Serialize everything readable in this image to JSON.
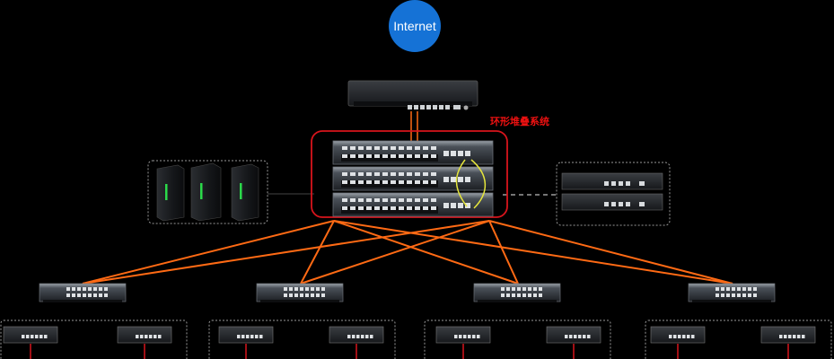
{
  "internet": {
    "label": "Internet"
  },
  "stack": {
    "label": "环形堆叠系统"
  },
  "colors": {
    "link": "#ff6a14",
    "stack_border": "#d8141c",
    "internet": "#1572d6",
    "cable_yellow": "#e6e63c"
  },
  "nodes": {
    "router": "router",
    "servers": [
      "server",
      "server",
      "server"
    ],
    "storage": [
      "storage",
      "storage"
    ],
    "stack_switches": [
      "core-switch",
      "core-switch",
      "core-switch"
    ],
    "aggregation_switches": [
      "aggregation-switch",
      "aggregation-switch",
      "aggregation-switch",
      "aggregation-switch"
    ],
    "access_switches": [
      "access-switch",
      "access-switch",
      "access-switch",
      "access-switch",
      "access-switch",
      "access-switch",
      "access-switch",
      "access-switch"
    ]
  }
}
